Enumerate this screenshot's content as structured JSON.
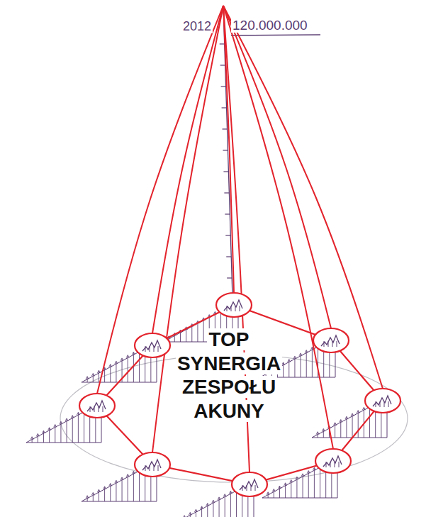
{
  "diagram": {
    "labels": [
      "2012",
      "120.000.000",
      "TOP SYNERGIA ZESPOŁU AKUNY"
    ]
  }
}
